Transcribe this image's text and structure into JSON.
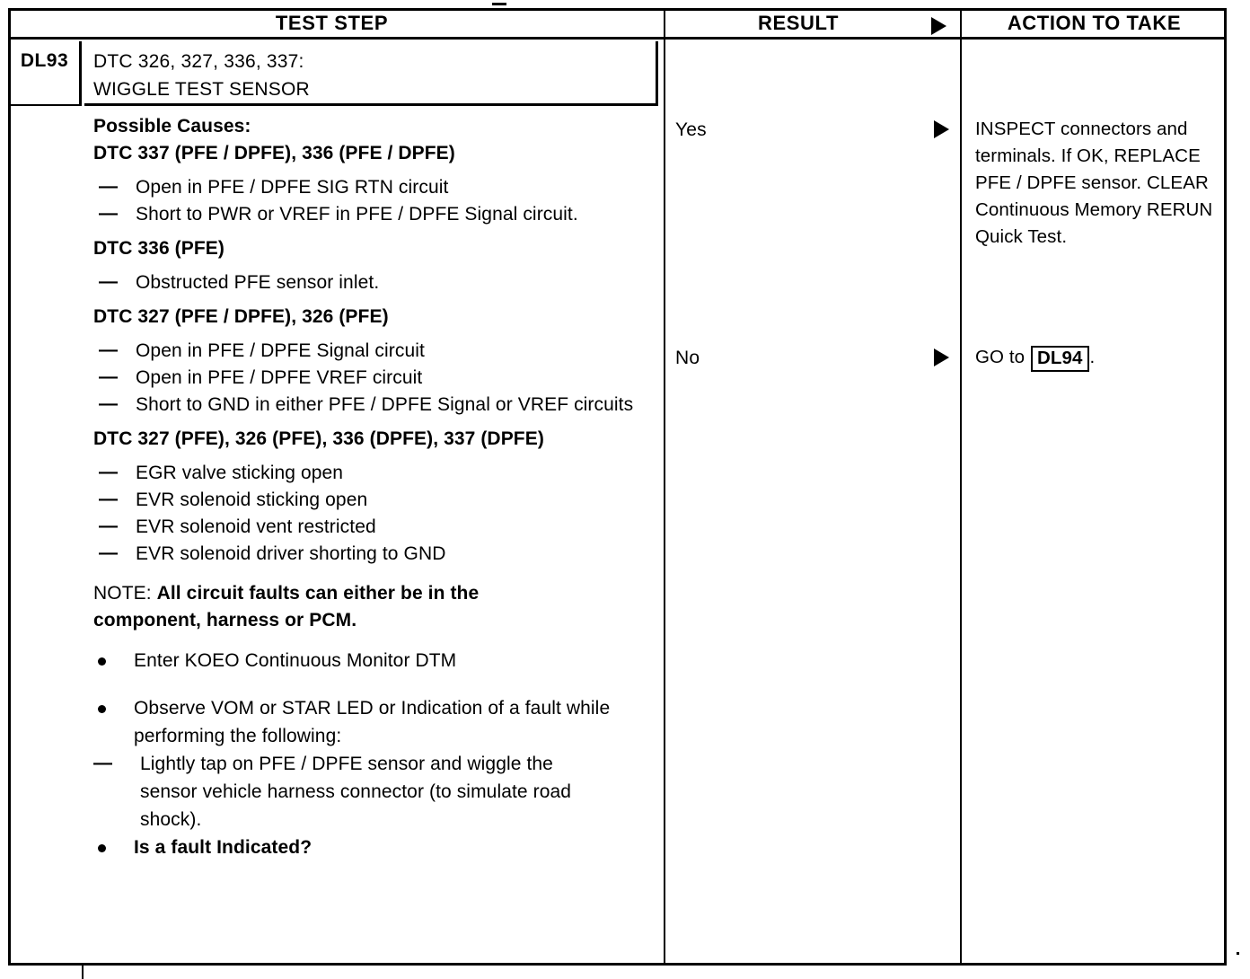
{
  "header": {
    "test_step_label": "TEST STEP",
    "result_label": "RESULT",
    "action_label": "ACTION TO TAKE",
    "arrow_icon": "right-triangle-arrow-icon"
  },
  "step": {
    "id": "DL93",
    "title_line1": "DTC 326, 327, 336, 337:",
    "title_line2": "WIGGLE TEST SENSOR"
  },
  "test_step": {
    "possible_causes_label": "Possible Causes:",
    "groups": [
      {
        "heading": "DTC 337 (PFE / DPFE), 336 (PFE / DPFE)",
        "items": [
          "Open in PFE / DPFE SIG RTN circuit",
          "Short to PWR or VREF in PFE / DPFE Signal circuit."
        ]
      },
      {
        "heading": "DTC 336 (PFE)",
        "items": [
          "Obstructed PFE sensor inlet."
        ]
      },
      {
        "heading": "DTC 327 (PFE / DPFE), 326 (PFE)",
        "items": [
          "Open in PFE / DPFE Signal circuit",
          "Open in PFE / DPFE VREF circuit",
          "Short to GND in either PFE / DPFE Signal or VREF circuits"
        ]
      },
      {
        "heading": "DTC 327 (PFE), 326 (PFE), 336 (DPFE), 337 (DPFE)",
        "items": [
          "EGR valve sticking open",
          "EVR solenoid sticking open",
          "EVR solenoid vent restricted",
          "EVR solenoid driver shorting to GND"
        ]
      }
    ],
    "note_prefix": "NOTE:",
    "note_body": "All circuit faults can either be in the component, harness or PCM.",
    "bullets": [
      {
        "text": "Enter KOEO Continuous Monitor DTM",
        "bold": false,
        "sub": []
      },
      {
        "text": "Observe VOM or STAR LED or Indication of a fault while performing the following:",
        "bold": false,
        "sub": [
          "Lightly tap on PFE / DPFE sensor and wiggle the sensor vehicle harness connector (to simulate road shock)."
        ]
      },
      {
        "text": "Is a fault Indicated?",
        "bold": true,
        "sub": []
      }
    ]
  },
  "rows": [
    {
      "result": "Yes",
      "action_text": "INSPECT connectors and terminals. If OK, REPLACE PFE / DPFE sensor. CLEAR Continuous Memory RERUN Quick Test.",
      "action_ref": "",
      "action_suffix": ""
    },
    {
      "result": "No",
      "action_text": "GO to ",
      "action_ref": "DL94",
      "action_suffix": "."
    }
  ],
  "colors": {
    "ink": "#000000",
    "paper": "#ffffff"
  }
}
